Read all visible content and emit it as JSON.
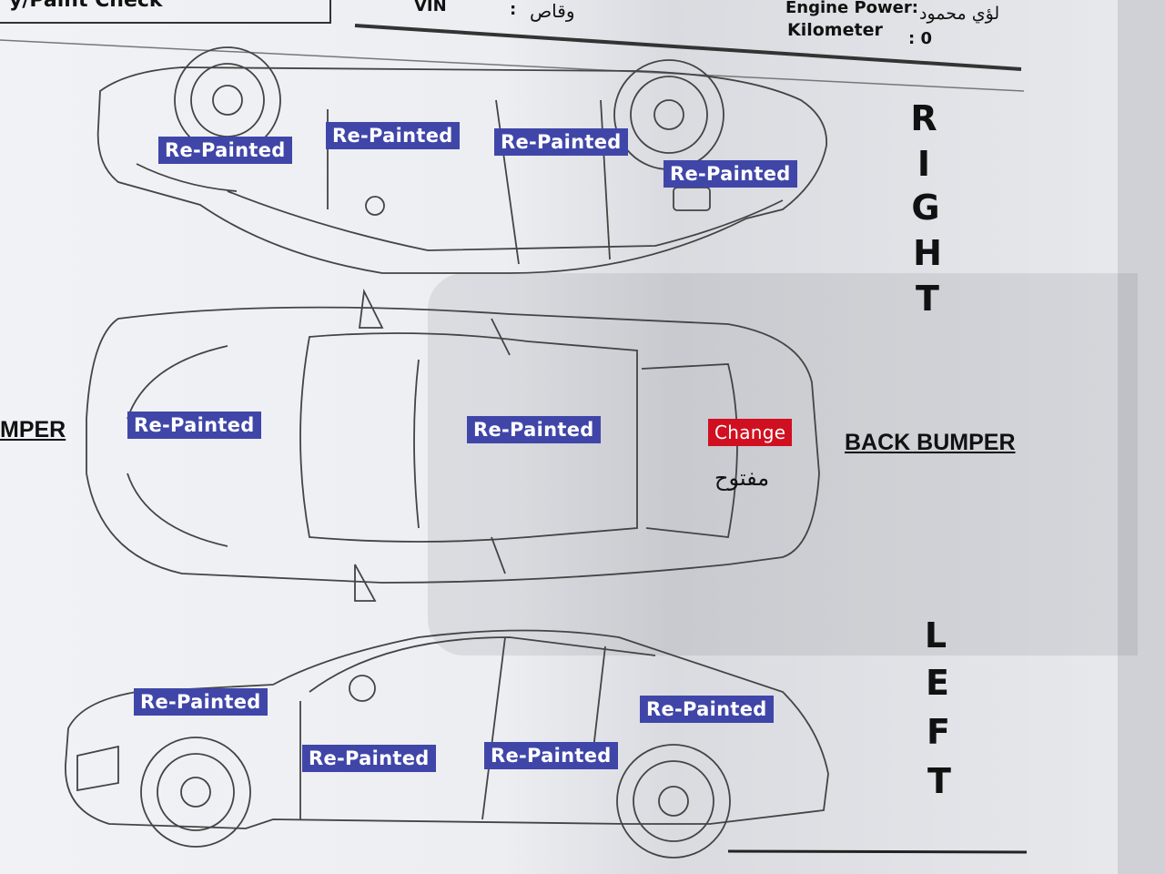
{
  "header": {
    "title_fragment": "y/Paint Check",
    "vin_label": "VIN",
    "vin_colon": ":",
    "vin_value": "وقاص",
    "engine_label": "Engine Power:",
    "engine_value": "لؤي محمود",
    "km_label": "Kilometer",
    "km_value": ": 0"
  },
  "sides": {
    "right": [
      "R",
      "I",
      "G",
      "H",
      "T"
    ],
    "left": [
      "L",
      "E",
      "F",
      "T"
    ]
  },
  "bumpers": {
    "front": "MPER",
    "back": "BACK BUMPER"
  },
  "labels": {
    "right_view": [
      "Re-Painted",
      "Re-Painted",
      "Re-Painted",
      "Re-Painted"
    ],
    "top_view": [
      "Re-Painted",
      "Re-Painted"
    ],
    "trunk_status": "Change",
    "trunk_note": "مفتوح",
    "left_view": [
      "Re-Painted",
      "Re-Painted",
      "Re-Painted",
      "Re-Painted"
    ]
  },
  "colors": {
    "repainted": "#4046a8",
    "changed": "#d01020"
  }
}
